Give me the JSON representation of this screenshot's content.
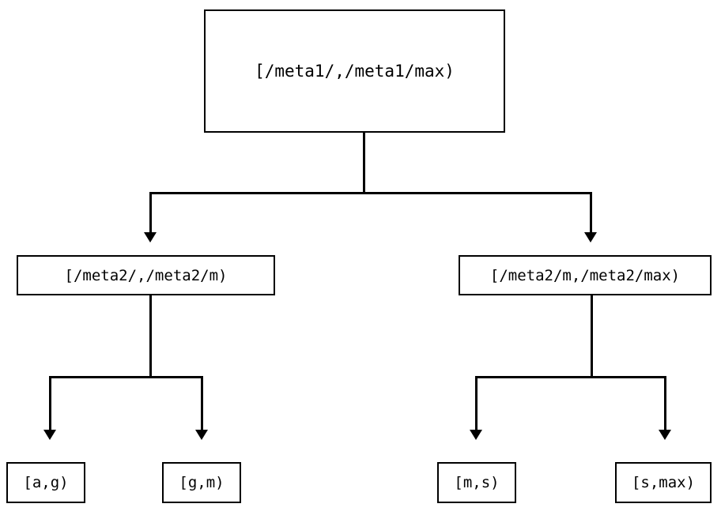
{
  "diagram": {
    "type": "tree",
    "background_color": "#ffffff",
    "line_color": "#000000",
    "text_color": "#000000",
    "root": {
      "label": "[/meta1/,/meta1/max)"
    },
    "level2": [
      {
        "label": "[/meta2/,/meta2/m)"
      },
      {
        "label": "[/meta2/m,/meta2/max)"
      }
    ],
    "leaves": [
      {
        "label": "[a,g)"
      },
      {
        "label": "[g,m)"
      },
      {
        "label": "[m,s)"
      },
      {
        "label": "[s,max)"
      }
    ],
    "edges": {
      "arrowhead": "solid-down-triangle"
    }
  }
}
